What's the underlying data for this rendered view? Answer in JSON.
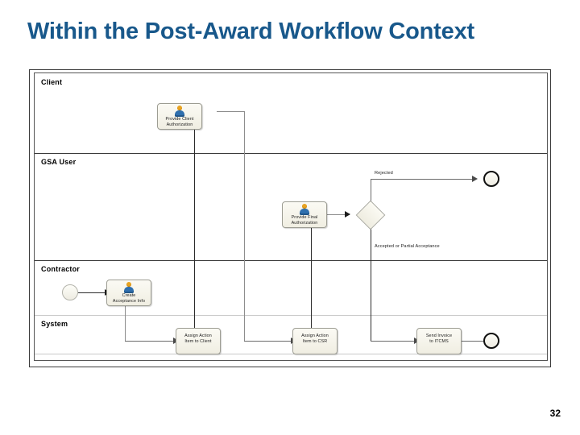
{
  "slide": {
    "title": "Within the Post-Award Workflow Context",
    "page_number": "32",
    "title_color": "#18588b"
  },
  "diagram": {
    "type": "bpmn-swimlane",
    "lanes": [
      {
        "label": "Client"
      },
      {
        "label": "GSA User"
      },
      {
        "label": "Contractor"
      },
      {
        "label": "System"
      }
    ],
    "tasks": [
      {
        "id": "provide-client-authorization",
        "line1": "Provide Client",
        "line2": "Authorization",
        "lane": "Client"
      },
      {
        "id": "provide-final-authorization",
        "line1": "Provide Final",
        "line2": "Authorization",
        "lane": "GSA User"
      },
      {
        "id": "create-acceptance-info",
        "line1": "Create",
        "line2": "Acceptance Info",
        "lane": "Contractor"
      },
      {
        "id": "assign-action-item-to-client",
        "line1": "Assign Action",
        "line2": "Item to Client",
        "lane": "System"
      },
      {
        "id": "assign-action-item-to-csr",
        "line1": "Assign Action",
        "line2": "Item to CSR",
        "lane": "System"
      },
      {
        "id": "send-invoice-to-itcms",
        "line1": "Send Invoice",
        "line2": "to ITCMS",
        "lane": "System"
      }
    ],
    "events": [
      {
        "id": "start-event",
        "kind": "start",
        "lane": "Contractor"
      },
      {
        "id": "end-event-rejected",
        "kind": "end",
        "lane": "GSA User"
      },
      {
        "id": "end-event-complete",
        "kind": "end",
        "lane": "System"
      }
    ],
    "gateway": {
      "id": "acceptance-decision",
      "kind": "exclusive",
      "lane": "GSA User"
    },
    "flow_labels": [
      {
        "id": "rejected",
        "text": "Rejected"
      },
      {
        "id": "accepted-or-partial-acceptance",
        "text": "Accepted or Partial Acceptance"
      }
    ]
  }
}
